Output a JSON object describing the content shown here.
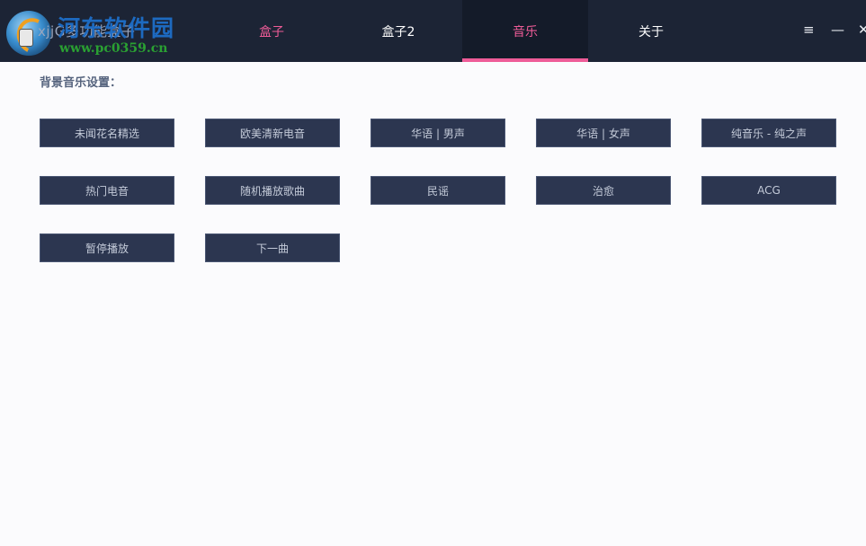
{
  "app": {
    "title": "xjjG多功能盒子",
    "watermark_title": "河东软件园",
    "watermark_url": "www.pc0359.cn"
  },
  "tabs": [
    {
      "label": "盒子",
      "color": "#ee5c98"
    },
    {
      "label": "盒子2",
      "color": "#ffffff"
    },
    {
      "label": "音乐",
      "color": "#ee5c98",
      "active": true
    },
    {
      "label": "关于",
      "color": "#ffffff"
    }
  ],
  "window_controls": {
    "menu": "≡",
    "minimize": "—",
    "close": "✕"
  },
  "music": {
    "section_label": "背景音乐设置：",
    "buttons": [
      "未闻花名精选",
      "欧美清新电音",
      "华语 | 男声",
      "华语 | 女声",
      "纯音乐 - 纯之声",
      "热门电音",
      "随机播放歌曲",
      "民谣",
      "治愈",
      "ACG",
      "暂停播放",
      "下一曲"
    ]
  },
  "colors": {
    "header_bg": "#1c2435",
    "active_tab_bg": "#141b29",
    "accent_pink": "#ee5c98",
    "button_bg": "#2c3650",
    "content_bg": "#fbfbfd"
  }
}
